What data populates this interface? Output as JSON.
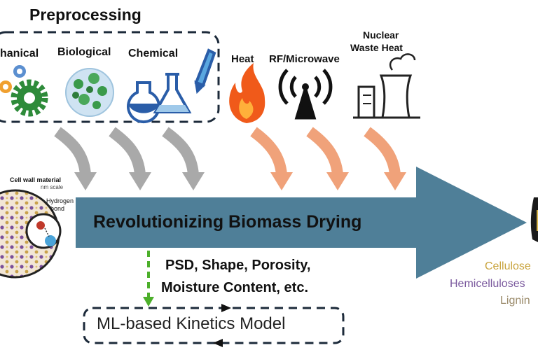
{
  "title": "Preprocessing",
  "preprocessing": {
    "items": [
      {
        "label": "hanical",
        "icon": "gears-icon"
      },
      {
        "label": "Biological",
        "icon": "biomass-cells-icon"
      },
      {
        "label": "Chemical",
        "icon": "lab-flasks-icon"
      }
    ]
  },
  "energy_sources": [
    {
      "label": "Heat",
      "icon": "flame-icon"
    },
    {
      "label": "RF/Microwave",
      "icon": "radio-tower-icon"
    },
    {
      "label_line1": "Nuclear",
      "label_line2": "Waste Heat",
      "icon": "cooling-tower-icon"
    }
  ],
  "cell_wall": {
    "title": "Cell wall material",
    "scale": "nm scale",
    "bond_line1": "Hydrogen",
    "bond_line2": "bond"
  },
  "main_arrow": {
    "label": "Revolutionizing Biomass Drying",
    "color": "#4f7f98"
  },
  "features": {
    "line1": "PSD, Shape, Porosity,",
    "line2": "Moisture Content, etc."
  },
  "model": {
    "label": "ML-based Kinetics Model"
  },
  "products": {
    "cellulose": "Cellulose",
    "hemicelluloses": "Hemicelluloses",
    "lignin": "Lignin"
  },
  "colors": {
    "gray_arrow": "#a9a9a9",
    "orange_arrow": "#f0a27a",
    "green_dashed": "#4caf2a",
    "gear_green": "#2e8b3a",
    "flask_blue": "#2a5da8",
    "flame": "#f05a1a",
    "cellulose": "#d8b54a",
    "hemicelluloses": "#7b5a9e",
    "lignin": "#9a8a6a"
  }
}
